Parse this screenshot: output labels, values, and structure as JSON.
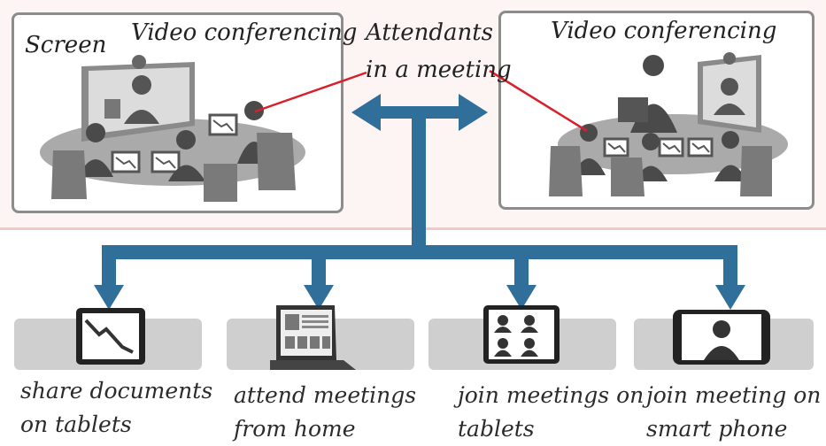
{
  "colors": {
    "arrow": "#2f6f99",
    "room_border": "#8c8c8c",
    "figure": "#4a4a4a",
    "pointer": "#d9202a",
    "device_bg": "#cfcfcf"
  },
  "labels": {
    "screen": "Screen",
    "left_room": "Video conferencing",
    "right_room": "Video conferencing",
    "attendants_line1": "Attendants",
    "attendants_line2": "in a meeting"
  },
  "devices": [
    {
      "icon": "tablet-document-icon",
      "caption_line1": "share documents",
      "caption_line2": "on tablets"
    },
    {
      "icon": "laptop-icon",
      "caption_line1": "attend meetings",
      "caption_line2": "from home"
    },
    {
      "icon": "tablet-video-icon",
      "caption_line1": "join meetings on",
      "caption_line2": "tablets"
    },
    {
      "icon": "smartphone-icon",
      "caption_line1": "join meeting on",
      "caption_line2": "smart phone"
    }
  ]
}
